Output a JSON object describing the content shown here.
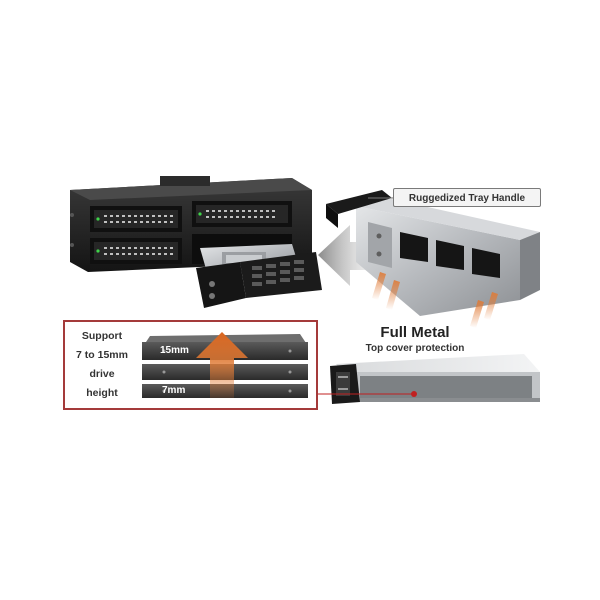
{
  "callout": {
    "tray_handle": "Ruggedized Tray Handle"
  },
  "metal": {
    "title": "Full Metal",
    "subtitle": "Top cover protection"
  },
  "support": {
    "lines": [
      "Support",
      "7 to 15mm",
      "drive",
      "height"
    ]
  },
  "drive_sizes": {
    "large": "15mm",
    "small": "7mm"
  },
  "colors": {
    "box_border": "#a43a3a",
    "arrow_orange": "#e07a35",
    "enclosure_black": "#1e1e1e",
    "tray_metal": "#b9bcc0",
    "accent_red": "#c02020"
  }
}
